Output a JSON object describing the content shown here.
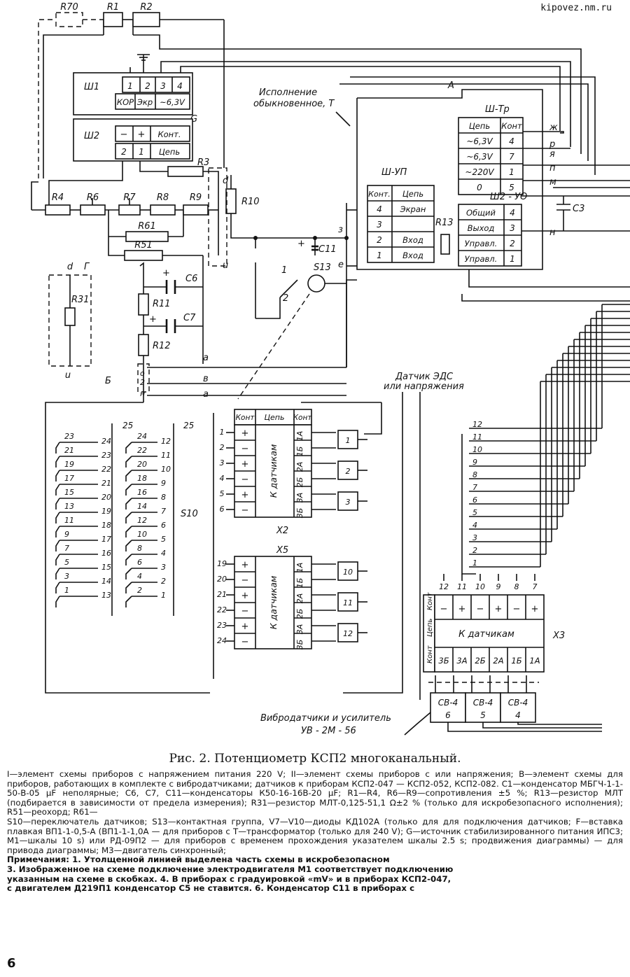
{
  "site": "kipovez.nm.ru",
  "caption": "Рис. 2. Потенциометр КСП2 многоканальный.",
  "notes": [
    "I—элемент схемы приборов с напряжением питания 220 V; II—элемент схемы приборов с или напряжения; B—элемент схемы для приборов, работающих в комплекте с вибродатчиками; датчиков к приборам КСП2-047 — КСП2-052, КСП2-082. C1—конденсатор МБГЧ-1-1-50-В-05 µF неполярные; C6, C7, C11—конденсаторы К50-16-16В-20 µF; R1—R4, R6—R9—сопротивления ±5 %; R13—резистор МЛТ (подбирается в зависимости от предела измерения); R31—резистор МЛТ-0,125-51,1 Ω±2 % (только для искробезопасного исполнения); R51—реохорд; R61—",
    "S10—переключатель датчиков; S13—контактная группа, V7—V10—диоды КД102А (только для для подключения датчиков; F—вставка плавкая ВП1-1-0,5-А (ВП1-1-1,0А — для приборов с T—трансформатор (только для 240 V); G—источник стабилизированного питания ИПС3; M1—шкалы 10 s) или РД-09П2 — для приборов с временем прохождения указателем шкалы 2.5 s; продвижения диаграммы) — для привода диаграммы; M3—двигатель синхронный;"
  ],
  "notes_bold": [
    "Примечания: 1. Утолщенной линией выделена часть схемы в искробезопасном",
    "3. Изображенное на схеме подключение электродвигателя M1 соответствует подключению",
    "указанным на схеме в скобках. 4. В приборах с градуировкой «mV» и в приборах КСП2-047,",
    "с двигателем Д219П1 конденсатор C5 не ставится. 6. Конденсатор C11 в приборах с"
  ],
  "page_number": "6",
  "diagram": {
    "resistors_top": [
      "R70",
      "R1",
      "R2"
    ],
    "sh1": {
      "name": "Ш1",
      "pins": [
        "1",
        "2",
        "3",
        "4"
      ],
      "labels": [
        "КОР",
        "Экр",
        "~6,3V"
      ]
    },
    "g_label": "G",
    "sh2": {
      "name": "Ш2",
      "signs": [
        "−",
        "+"
      ],
      "kont": "Конт.",
      "pins": [
        "2",
        "1"
      ],
      "cep": "Цепь"
    },
    "r3": "R3",
    "chain": [
      "R4",
      "R6",
      "R7",
      "R8",
      "R9"
    ],
    "r61": "R61",
    "r51": "R51",
    "r10": "R10",
    "node_d": "d",
    "node_u": "u",
    "g_box": {
      "label": "Г",
      "d": "d",
      "r": "R31",
      "u": "u"
    },
    "c6": "C6",
    "c7": "C7",
    "r11": "R11",
    "r12": "R12",
    "plus": "+",
    "nodes_mid": [
      "a",
      "в",
      "н",
      "о",
      "2",
      "н"
    ],
    "node_a2": "а",
    "node_b": "Б",
    "sw_nums": [
      "1",
      "2"
    ],
    "s13": "S13",
    "c11": "C11",
    "ispol": [
      "Исполнение",
      "обыкновенное, Т"
    ],
    "block_a": "А",
    "sh_tr": {
      "name": "Ш-Тр",
      "head": [
        "Цепь",
        "Конт"
      ],
      "rows": [
        [
          "~6,3V",
          "4"
        ],
        [
          "~6,3V",
          "7"
        ],
        [
          "~220V",
          "1"
        ],
        [
          "0",
          "5"
        ]
      ]
    },
    "right_letters": [
      "ж",
      "р",
      "я",
      "п",
      "м",
      "н"
    ],
    "c3": "C3",
    "sh_up": {
      "name": "Ш-УП",
      "head": [
        "Конт.",
        "Цепь"
      ],
      "rows": [
        [
          "4",
          "Экран"
        ],
        [
          "3",
          ""
        ],
        [
          "2",
          "Вход"
        ],
        [
          "1",
          "Вход"
        ]
      ]
    },
    "nodes_up": [
      "з",
      "е"
    ],
    "r13": "R13",
    "sh2_uo": {
      "name": "Ш2 - УО",
      "rows": [
        [
          "Общий",
          "4"
        ],
        [
          "Выход",
          "3"
        ],
        [
          "Управл.",
          "2"
        ],
        [
          "Управл.",
          "1"
        ]
      ]
    },
    "dsw_left": [
      "23",
      "21",
      "19",
      "17",
      "15",
      "13",
      "11",
      "9",
      "7",
      "5",
      "3",
      "1"
    ],
    "dsw_left_r": [
      "24",
      "23",
      "22",
      "21",
      "20",
      "19",
      "18",
      "17",
      "16",
      "15",
      "14",
      "13"
    ],
    "dsw_right": [
      "24",
      "22",
      "20",
      "18",
      "16",
      "14",
      "12",
      "10",
      "8",
      "6",
      "4",
      "2"
    ],
    "dsw_right_r": [
      "12",
      "11",
      "10",
      "9",
      "8",
      "7",
      "6",
      "5",
      "4",
      "3",
      "2",
      "1"
    ],
    "n25": "25",
    "s10": "S10",
    "datchik": [
      "Датчик ЭДС",
      "или напряжения"
    ],
    "x2": {
      "name": "X2",
      "head": [
        "Конт",
        "Цепь",
        "Конт"
      ],
      "left_nums": [
        "1",
        "2",
        "3",
        "4",
        "5",
        "6"
      ],
      "signs": [
        "+",
        "−",
        "+",
        "−",
        "+",
        "−"
      ],
      "text": "К датчикам",
      "right": [
        "1А",
        "1Б",
        "2А",
        "2Б",
        "3А",
        "3Б"
      ],
      "sensors": [
        "1",
        "2",
        "3"
      ]
    },
    "x5": {
      "name": "X5",
      "left_nums": [
        "19",
        "20",
        "21",
        "22",
        "23",
        "24"
      ],
      "signs": [
        "+",
        "−",
        "+",
        "−",
        "+",
        "−"
      ],
      "text": "К датчикам",
      "right": [
        "1А",
        "1Б",
        "2А",
        "2Б",
        "3А",
        "3Б"
      ],
      "sensors": [
        "10",
        "11",
        "12"
      ]
    },
    "ladder": [
      "12",
      "11",
      "10",
      "9",
      "8",
      "7",
      "6",
      "5",
      "4",
      "3",
      "2",
      "1"
    ],
    "x3": {
      "name": "X3",
      "top_nums": [
        "12",
        "11",
        "10",
        "9",
        "8",
        "7"
      ],
      "signs": [
        "−",
        "+",
        "−",
        "+",
        "−",
        "+"
      ],
      "row_labels": [
        "Конт",
        "Цепь",
        "Конт"
      ],
      "text": "К датчикам",
      "bottom": [
        "3Б",
        "3А",
        "2Б",
        "2А",
        "1Б",
        "1А"
      ]
    },
    "cb": [
      [
        "СВ-4",
        "6"
      ],
      [
        "СВ-4",
        "5"
      ],
      [
        "СВ-4",
        "4"
      ]
    ],
    "vibro": [
      "Вибродатчики и усилитель",
      "УВ - 2М - 56"
    ]
  }
}
